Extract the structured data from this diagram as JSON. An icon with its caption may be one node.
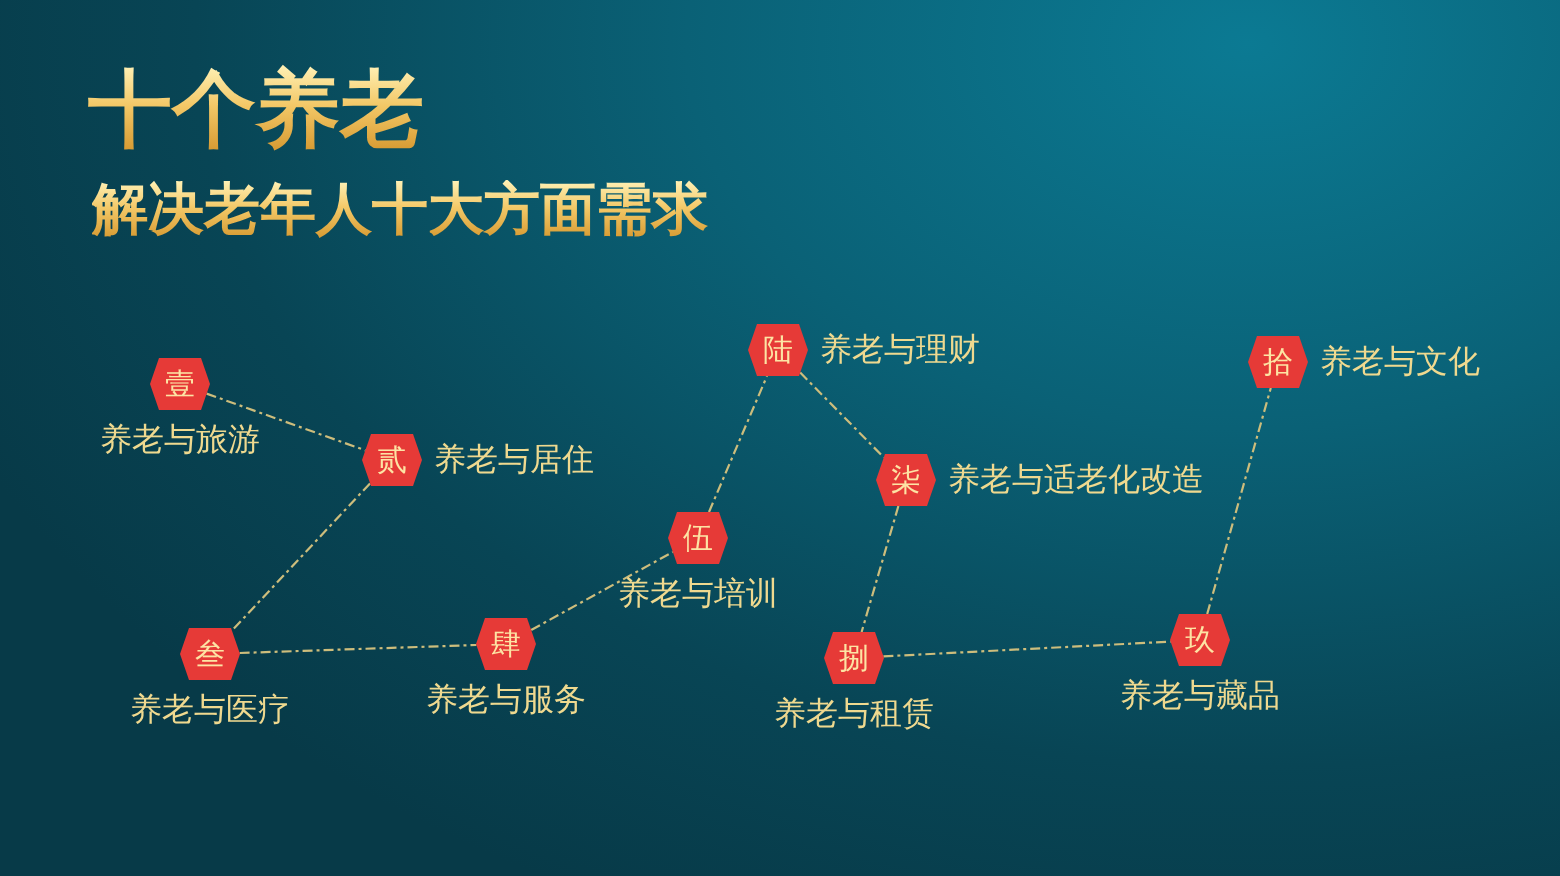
{
  "diagram": {
    "title": "十个养老",
    "nodes": [
      {
        "text": [
          "壹"
        ],
        "beside": [
          "养老与旅游"
        ]
      },
      {
        "text": [
          "贰"
        ],
        "beside": [
          "养老与居住"
        ]
      },
      {
        "text": [
          "叁"
        ],
        "beside": [
          "养老与医疗"
        ]
      },
      {
        "text": [
          "肆"
        ],
        "beside": [
          "养老与服务"
        ]
      },
      {
        "text": [
          "伍"
        ],
        "beside": [
          "养老与培训"
        ]
      },
      {
        "text": [
          "陆"
        ],
        "beside": [
          "养老与理财"
        ]
      },
      {
        "text": [
          "柒"
        ],
        "beside": [
          "养老与适老化改造"
        ]
      },
      {
        "text": [
          "捌"
        ],
        "beside": [
          "养老与租赁"
        ]
      },
      {
        "text": [
          "玖"
        ],
        "beside": [
          "养老与藏品"
        ]
      },
      {
        "text": [
          "拾"
        ],
        "beside": [
          "养老与文化"
        ]
      }
    ],
    "edges": [
      {
        "from": 0,
        "to": 1,
        "arrow": "none",
        "style": "dashed"
      },
      {
        "from": 1,
        "to": 2,
        "arrow": "none",
        "style": "dashed"
      },
      {
        "from": 2,
        "to": 3,
        "arrow": "none",
        "style": "dashed"
      },
      {
        "from": 3,
        "to": 4,
        "arrow": "none",
        "style": "dashed"
      },
      {
        "from": 4,
        "to": 5,
        "arrow": "none",
        "style": "dashed"
      },
      {
        "from": 5,
        "to": 6,
        "arrow": "none",
        "style": "dashed"
      },
      {
        "from": 6,
        "to": 7,
        "arrow": "none",
        "style": "dashed"
      },
      {
        "from": 7,
        "to": 8,
        "arrow": "none",
        "style": "dashed"
      },
      {
        "from": 8,
        "to": 9,
        "arrow": "none",
        "style": "dashed"
      }
    ],
    "labels": [
      "解决老年人十大方面需求"
    ]
  }
}
